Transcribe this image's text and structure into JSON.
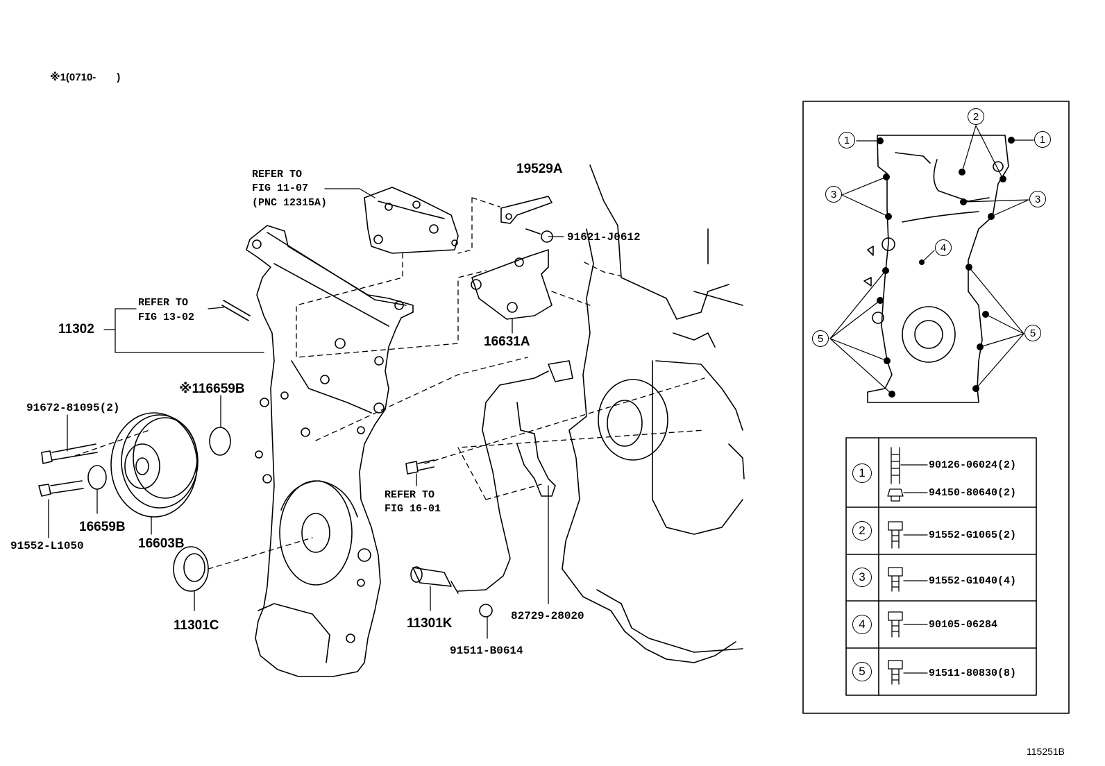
{
  "header": {
    "note": "※1(0710-　　)"
  },
  "labels": {
    "refer_11_07": [
      "REFER TO",
      "FIG 11-07",
      "(PNC 12315A)"
    ],
    "refer_13_02": [
      "REFER TO",
      "FIG 13-02"
    ],
    "refer_16_01": [
      "REFER TO",
      "FIG 16-01"
    ],
    "p19529A": "19529A",
    "p91621": "91621-J0612",
    "p16631A": "16631A",
    "p11302": "11302",
    "p16659B_star": "※116659B",
    "p91672": "91672-81095(2)",
    "p91552L": "91552-L1050",
    "p16659B": "16659B",
    "p16603B": "16603B",
    "p11301C": "11301C",
    "p11301K": "11301K",
    "p91511B": "91511-B0614",
    "p82729": "82729-28020"
  },
  "inset": {
    "callouts": [
      "1",
      "2",
      "3",
      "4",
      "5"
    ]
  },
  "fastener_table": [
    {
      "ref": "1",
      "parts": [
        "90126-06024(2)",
        "94150-80640(2)"
      ]
    },
    {
      "ref": "2",
      "parts": [
        "91552-G1065(2)"
      ]
    },
    {
      "ref": "3",
      "parts": [
        "91552-G1040(4)"
      ]
    },
    {
      "ref": "4",
      "parts": [
        "90105-06284"
      ]
    },
    {
      "ref": "5",
      "parts": [
        "91511-80830(8)"
      ]
    }
  ],
  "figure_id": "115251B"
}
